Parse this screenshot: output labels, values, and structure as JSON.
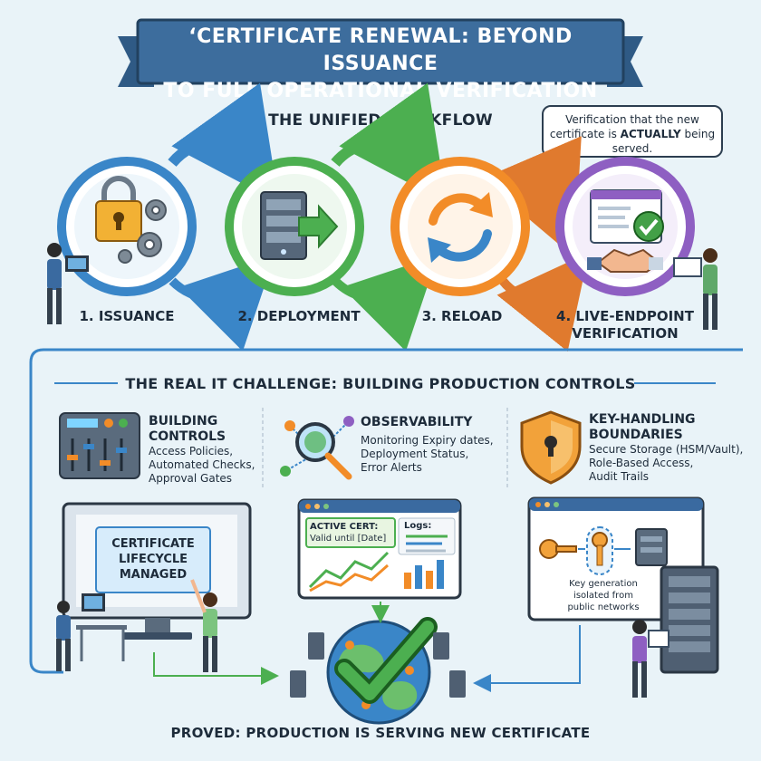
{
  "banner": {
    "line1": "‘CERTIFICATE RENEWAL: BEYOND ISSUANCE",
    "line2": "TO FULL OPERATIONAL VERIFICATION"
  },
  "workflow": {
    "title": "THE UNIFIED WORKFLOW",
    "callout_pre": "Verification that the new certificate is ",
    "callout_emph": "ACTUALLY",
    "callout_post": " being served.",
    "steps": [
      {
        "label": "1. ISSUANCE",
        "color": "#3a86c8"
      },
      {
        "label": "2. DEPLOYMENT",
        "color": "#4caf50"
      },
      {
        "label": "3. RELOAD",
        "color": "#f28c28"
      },
      {
        "label1": "4. LIVE-ENDPOINT",
        "label2": "VERIFICATION",
        "color": "#8e5fc2"
      }
    ]
  },
  "controls": {
    "title": "THE REAL IT CHALLENGE: BUILDING PRODUCTION CONTROLS",
    "columns": [
      {
        "head1": "BUILDING",
        "head2": "CONTROLS",
        "lines": [
          "Access Policies,",
          "Automated Checks,",
          "Approval Gates"
        ]
      },
      {
        "head1": "OBSERVABILITY",
        "lines": [
          "Monitoring Expiry dates,",
          "Deployment Status,",
          "Error Alerts"
        ]
      },
      {
        "head1": "KEY-HANDLING",
        "head2": "BOUNDARIES",
        "lines": [
          "Secure Storage (HSM/Vault),",
          "Role-Based Access,",
          "Audit Trails"
        ]
      }
    ],
    "monitor_text": [
      "CERTIFICATE",
      "LIFECYCLE",
      "MANAGED"
    ],
    "dashboard": {
      "active_cert": "ACTIVE CERT:",
      "valid_until": "Valid until [Date]",
      "logs": "Logs:"
    },
    "keygen": [
      "Key generation",
      "isolated from",
      "public networks"
    ]
  },
  "proof": "PROVED: PRODUCTION IS SERVING NEW CERTIFICATE"
}
